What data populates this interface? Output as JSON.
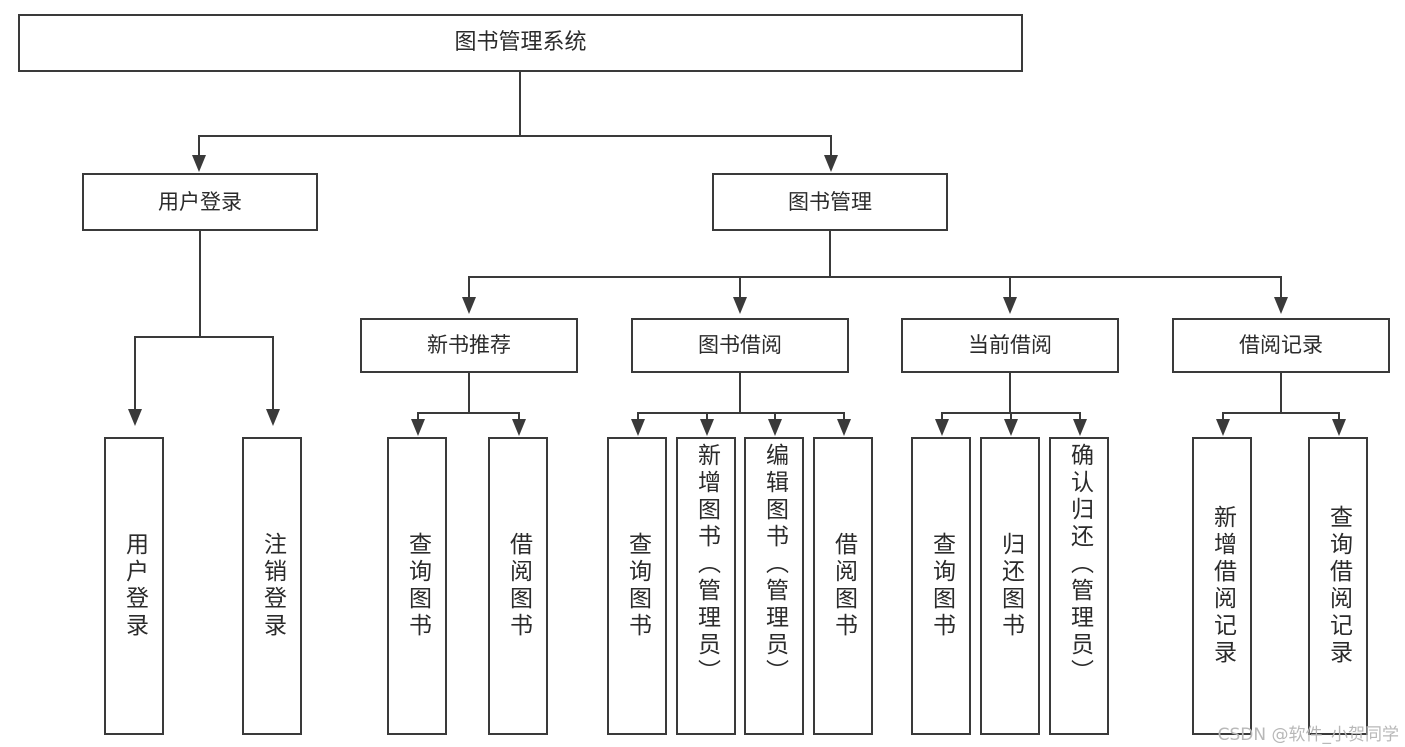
{
  "diagram": {
    "title": "图书管理系统",
    "type": "tree",
    "root": {
      "label": "图书管理系统"
    },
    "level2": [
      {
        "label": "用户登录"
      },
      {
        "label": "图书管理"
      }
    ],
    "level3": [
      {
        "label": "新书推荐"
      },
      {
        "label": "图书借阅"
      },
      {
        "label": "当前借阅"
      },
      {
        "label": "借阅记录"
      }
    ],
    "leaves": {
      "user_login": [
        {
          "label": "用户登录"
        },
        {
          "label": "注销登录"
        }
      ],
      "new_book_recommend": [
        {
          "label": "查询图书"
        },
        {
          "label": "借阅图书"
        }
      ],
      "book_borrow": [
        {
          "label": "查询图书"
        },
        {
          "label": "新增图书（管理员）"
        },
        {
          "label": "编辑图书（管理员）"
        },
        {
          "label": "借阅图书"
        }
      ],
      "current_borrow": [
        {
          "label": "查询图书"
        },
        {
          "label": "归还图书"
        },
        {
          "label": "确认归还（管理员）"
        }
      ],
      "borrow_record": [
        {
          "label": "新增借阅记录"
        },
        {
          "label": "查询借阅记录"
        }
      ]
    }
  },
  "watermark": {
    "text": "CSDN @软件_小贺同学"
  },
  "colors": {
    "stroke": "#3a3a3a",
    "text": "#2b2b2b",
    "background": "#ffffff",
    "watermark": "#b8b8b8"
  }
}
